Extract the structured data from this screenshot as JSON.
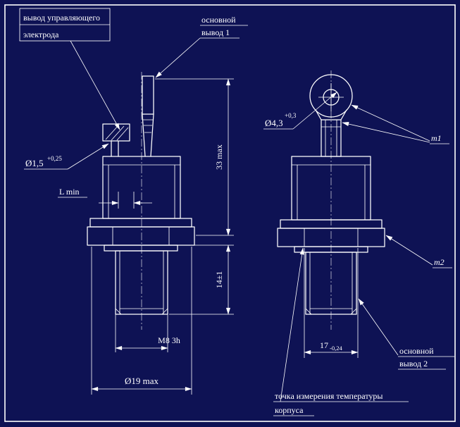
{
  "colors": {
    "background": "#0e1254",
    "line": "#ffffff"
  },
  "labels": {
    "gate": {
      "line1": "вывод управляющего",
      "line2": "электрода"
    },
    "lead1": {
      "line1": "основной",
      "line2": "вывод 1"
    },
    "lead2": {
      "line1": "основной",
      "line2": "вывод 2"
    },
    "temp": {
      "line1": "точка измерения температуры",
      "line2": "корпуса"
    },
    "m1": "m1",
    "m2": "m2"
  },
  "dims": {
    "gate_dia": {
      "value": "Ø1,5",
      "tol": "+0,25"
    },
    "l_min": "L min",
    "height": "33 max",
    "stud_len": "14±1",
    "thread": "М8 3h",
    "outer_dia": "Ø19 max",
    "hole_dia": {
      "value": "Ø4,3",
      "tol": "+0,3"
    },
    "across_flats": {
      "value": "17",
      "tol": "-0,24"
    }
  }
}
